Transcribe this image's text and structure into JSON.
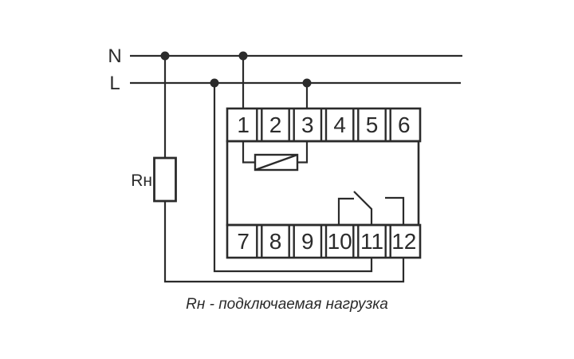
{
  "power_lines": {
    "neutral_label": "N",
    "line_label": "L"
  },
  "load": {
    "label": "Rн"
  },
  "terminals": {
    "top": [
      "1",
      "2",
      "3",
      "4",
      "5",
      "6"
    ],
    "bottom": [
      "7",
      "8",
      "9",
      "10",
      "11",
      "12"
    ]
  },
  "caption": "Rн - подключаемая нагрузка",
  "colors": {
    "stroke": "#2b2b2b",
    "background": "#ffffff"
  }
}
